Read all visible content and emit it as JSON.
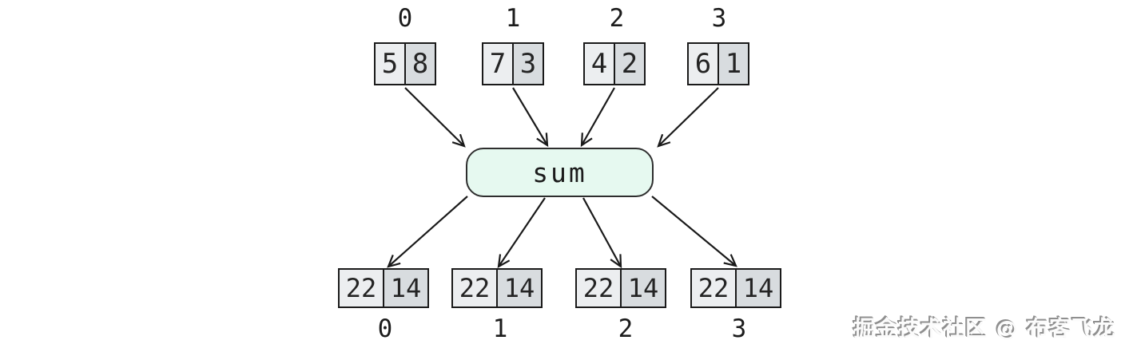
{
  "diagram": {
    "operation_label": "sum",
    "top_arrays": [
      {
        "index": "0",
        "values": [
          "5",
          "8"
        ]
      },
      {
        "index": "1",
        "values": [
          "7",
          "3"
        ]
      },
      {
        "index": "2",
        "values": [
          "4",
          "2"
        ]
      },
      {
        "index": "3",
        "values": [
          "6",
          "1"
        ]
      }
    ],
    "bottom_arrays": [
      {
        "index": "0",
        "values": [
          "22",
          "14"
        ]
      },
      {
        "index": "1",
        "values": [
          "22",
          "14"
        ]
      },
      {
        "index": "2",
        "values": [
          "22",
          "14"
        ]
      },
      {
        "index": "3",
        "values": [
          "22",
          "14"
        ]
      }
    ]
  },
  "watermark": "掘金技术社区 @ 布客飞龙",
  "colors": {
    "background": "#ffffff",
    "cell_left": "#eceef0",
    "cell_right": "#d8dcdf",
    "border": "#1a1a1a",
    "sum_fill": "#e6f9f0",
    "arrow": "#1a1a1a"
  }
}
